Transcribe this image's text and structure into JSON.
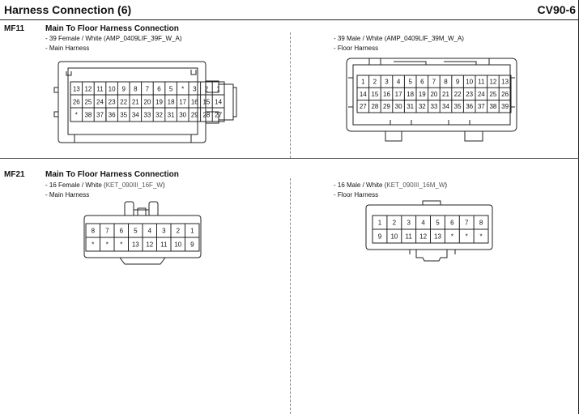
{
  "header": {
    "title": "Harness Connection (6)",
    "code": "CV90-6"
  },
  "sections": [
    {
      "id": "MF11",
      "title": "Main To Floor Harness Connection",
      "left": {
        "spec_prefix": "- 39 Female / White (",
        "spec_code": "AMP_0409LIF_39F_W_A",
        "spec_suffix": ")",
        "harness": "- Main Harness",
        "rows": [
          [
            "13",
            "12",
            "11",
            "10",
            "9",
            "8",
            "7",
            "6",
            "5",
            "*",
            "3",
            "2",
            "1"
          ],
          [
            "26",
            "25",
            "24",
            "23",
            "22",
            "21",
            "20",
            "19",
            "18",
            "17",
            "16",
            "15",
            "14"
          ],
          [
            "*",
            "38",
            "37",
            "36",
            "35",
            "34",
            "33",
            "32",
            "31",
            "30",
            "29",
            "28",
            "27"
          ]
        ]
      },
      "right": {
        "spec_prefix": "- 39 Male / White (",
        "spec_code": "AMP_0409LIF_39M_W_A",
        "spec_suffix": ")",
        "harness": "- Floor Harness",
        "rows": [
          [
            "1",
            "2",
            "3",
            "4",
            "5",
            "6",
            "7",
            "8",
            "9",
            "10",
            "11",
            "12",
            "13"
          ],
          [
            "14",
            "15",
            "16",
            "17",
            "18",
            "19",
            "20",
            "21",
            "22",
            "23",
            "24",
            "25",
            "26"
          ],
          [
            "27",
            "28",
            "29",
            "30",
            "31",
            "32",
            "33",
            "34",
            "35",
            "36",
            "37",
            "38",
            "39"
          ]
        ]
      }
    },
    {
      "id": "MF21",
      "title": "Main To Floor Harness Connection",
      "left": {
        "spec_prefix": "- 16 Female / White (",
        "spec_code": "KET_090III_16F_W",
        "spec_suffix": ")",
        "harness": "- Main Harness",
        "rows": [
          [
            "8",
            "7",
            "6",
            "5",
            "4",
            "3",
            "2",
            "1"
          ],
          [
            "*",
            "*",
            "*",
            "13",
            "12",
            "11",
            "10",
            "9"
          ]
        ]
      },
      "right": {
        "spec_prefix": "- 16 Male / White (",
        "spec_code": "KET_090III_16M_W",
        "spec_suffix": ")",
        "harness": "- Floor Harness",
        "rows": [
          [
            "1",
            "2",
            "3",
            "4",
            "5",
            "6",
            "7",
            "8"
          ],
          [
            "9",
            "10",
            "11",
            "12",
            "13",
            "*",
            "*",
            "*"
          ]
        ]
      }
    }
  ]
}
